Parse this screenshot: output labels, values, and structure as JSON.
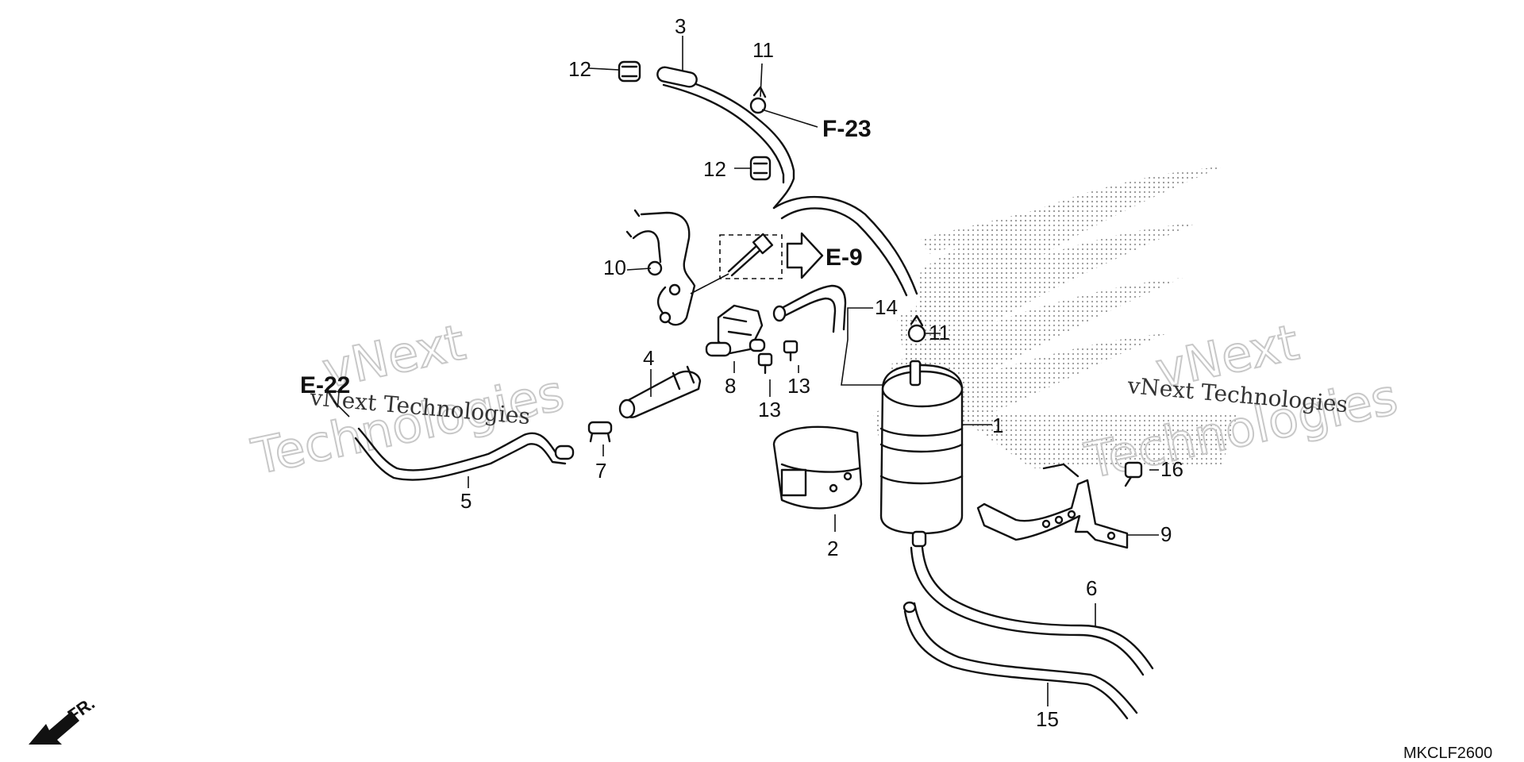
{
  "diagram": {
    "callouts": {
      "c1": "1",
      "c2": "2",
      "c3": "3",
      "c4": "4",
      "c5": "5",
      "c6": "6",
      "c7": "7",
      "c8": "8",
      "c9": "9",
      "c10": "10",
      "c11a": "11",
      "c11b": "11",
      "c12a": "12",
      "c12b": "12",
      "c13a": "13",
      "c13b": "13",
      "c14": "14",
      "c15": "15",
      "c16": "16"
    },
    "refs": {
      "f23": "F-23",
      "e9": "E-9",
      "e22": "E-22"
    },
    "front_label": "FR.",
    "diagram_code": "MKCLF2600",
    "watermark": {
      "line1": "vNext",
      "line2": "Technologies",
      "small": "vNext Technologies"
    }
  }
}
